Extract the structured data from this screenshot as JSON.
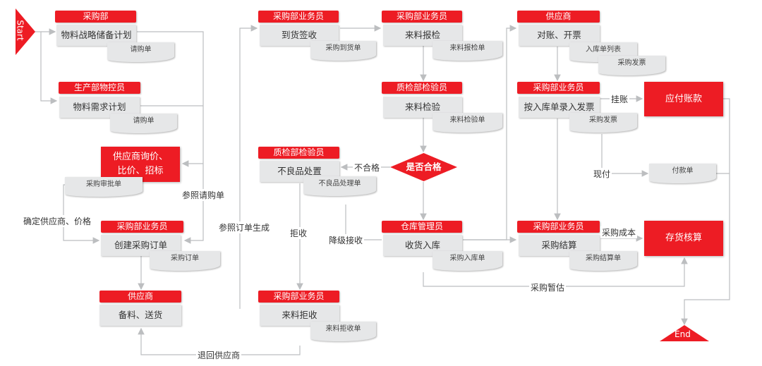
{
  "start": "Start",
  "end": "End",
  "colors": {
    "accent": "#ed1c24",
    "box": "#e6e7e8",
    "line": "#bcbec0"
  },
  "col1": {
    "n1": {
      "role": "采购部",
      "task": "物料战略储备计划",
      "doc": "请购单"
    },
    "n2": {
      "role": "生产部物控员",
      "task": "物料需求计划",
      "doc": "请购单"
    },
    "n3": {
      "task_line1": "供应商询价、",
      "task_line2": "比价、招标",
      "doc": "采购审批单"
    },
    "n4": {
      "role": "采购部业务员",
      "task": "创建采购订单",
      "doc": "采购订单"
    },
    "n5": {
      "role": "供应商",
      "task": "备料、送货"
    }
  },
  "col2": {
    "n1": {
      "role": "采购部业务员",
      "task": "到货签收",
      "doc": "采购到货单"
    },
    "n2": {
      "role": "质检部检验员",
      "task": "不良品处置",
      "doc": "不良品处理单"
    },
    "n3": {
      "role": "采购部业务员",
      "task": "来料拒收",
      "doc": "来料拒收单"
    }
  },
  "col3": {
    "n1": {
      "role": "采购部业务员",
      "task": "来料报检",
      "doc": "来料报检单"
    },
    "n2": {
      "role": "质检部检验员",
      "task": "来料检验",
      "doc": "来料检验单"
    },
    "decision": "是否合格",
    "n3": {
      "role": "仓库管理员",
      "task": "收货入库",
      "doc": "采购入库单"
    }
  },
  "col4": {
    "n1": {
      "role": "供应商",
      "task": "对账、开票",
      "doc1": "入库单列表",
      "doc2": "采购发票"
    },
    "n2": {
      "role": "采购部业务员",
      "task": "按入库单录入发票",
      "doc": "采购发票"
    },
    "pay_doc": "付款单",
    "n3": {
      "role": "采购部业务员",
      "task": "采购结算",
      "doc": "采购结算单"
    }
  },
  "ap": "应付账款",
  "inv": "存货核算",
  "labels": {
    "confirm": "确定供应商、价格",
    "ref_req": "参照请购单",
    "ref_order": "参照订单生成",
    "return": "退回供应商",
    "reject": "拒收",
    "fail": "不合格",
    "downgrade": "降级接收",
    "estimate": "采购暂估",
    "hang": "挂账",
    "cash": "现付",
    "cost": "采购成本"
  }
}
